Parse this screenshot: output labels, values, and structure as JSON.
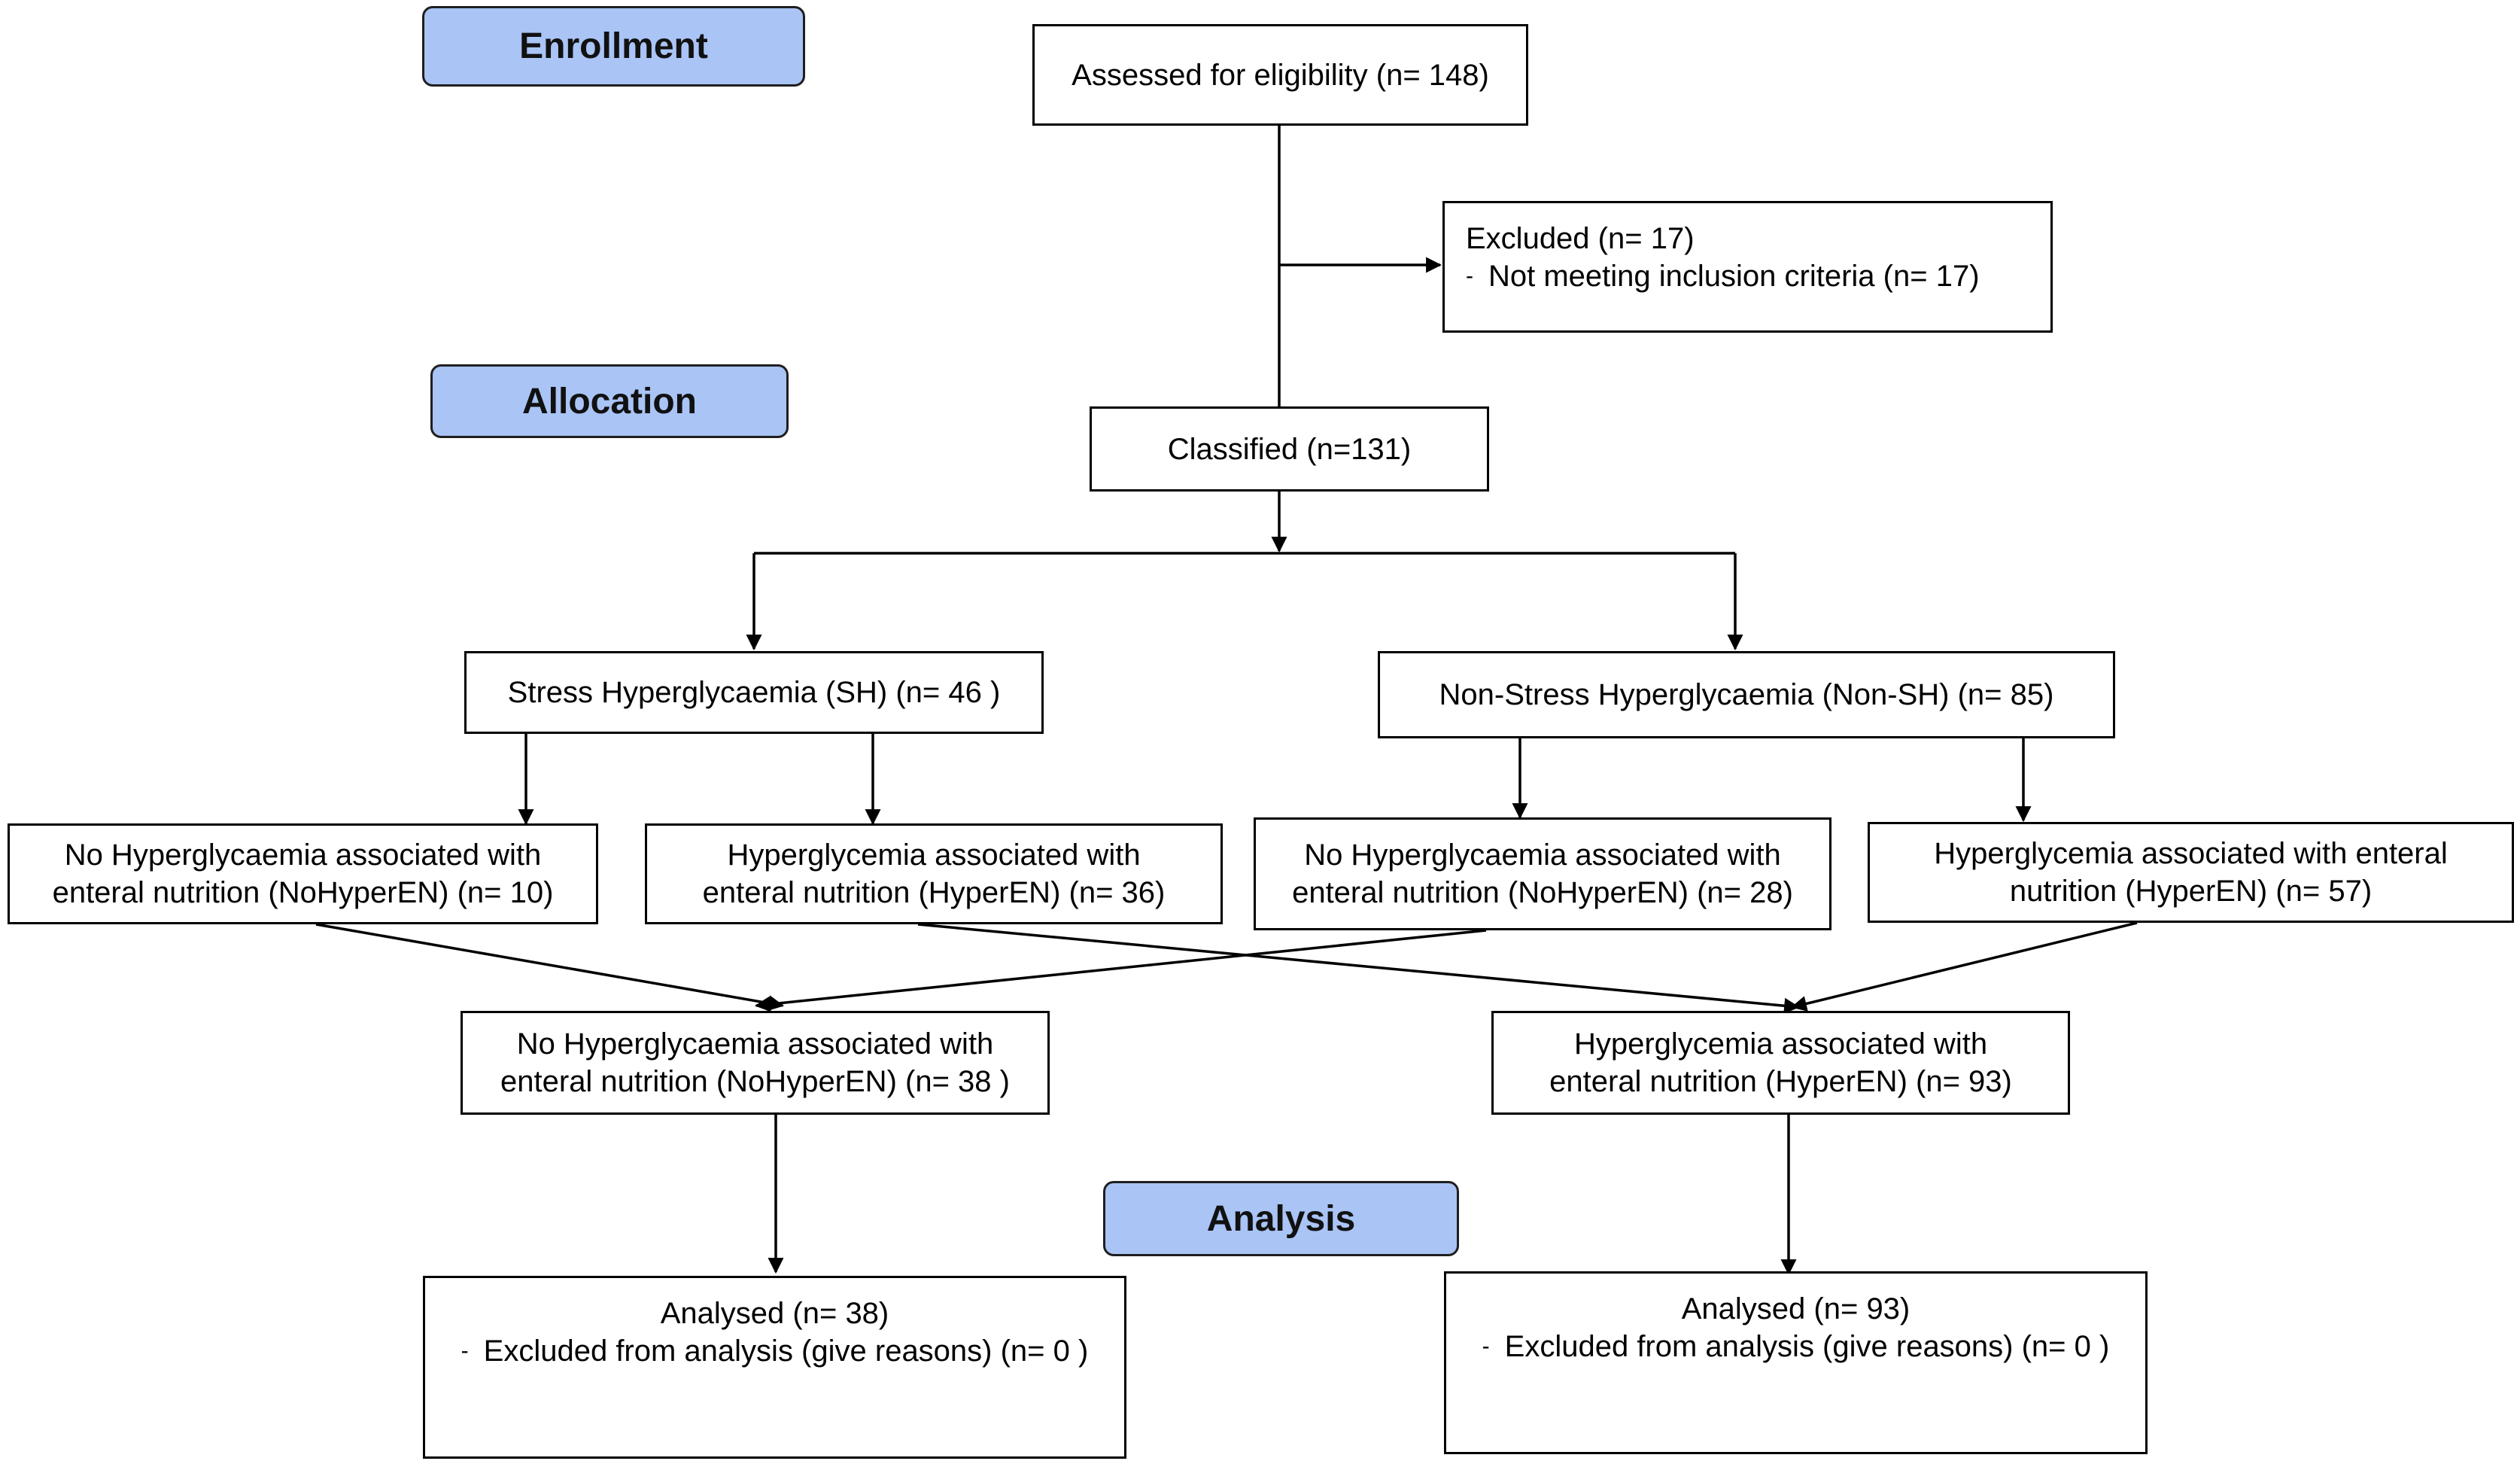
{
  "phases": {
    "enrollment": "Enrollment",
    "allocation": "Allocation",
    "analysis": "Analysis"
  },
  "nodes": {
    "assessed": "Assessed for eligibility (n= 148)",
    "excluded": {
      "title": "Excluded (n= 17)",
      "reason": "Not meeting inclusion criteria (n= 17)"
    },
    "classified": "Classified (n=131)",
    "sh": "Stress Hyperglycaemia (SH) (n= 46 )",
    "non_sh": "Non-Stress Hyperglycaemia (Non-SH) (n= 85)",
    "sh_nohyperen": [
      "No Hyperglycaemia associated with",
      "enteral nutrition (NoHyperEN) (n= 10)"
    ],
    "sh_hyperen": [
      "Hyperglycemia associated with",
      "enteral nutrition (HyperEN) (n= 36)"
    ],
    "nonsh_nohyperen": [
      "No Hyperglycaemia associated with",
      "enteral nutrition (NoHyperEN) (n= 28)"
    ],
    "nonsh_hyperen": [
      "Hyperglycemia associated with enteral",
      "nutrition (HyperEN) (n= 57)"
    ],
    "total_nohyperen": [
      "No Hyperglycaemia associated with",
      "enteral nutrition (NoHyperEN) (n= 38 )"
    ],
    "total_hyperen": [
      "Hyperglycemia associated with",
      "enteral nutrition (HyperEN) (n= 93)"
    ],
    "analysed_left": {
      "title": "Analysed (n= 38)",
      "excluded": "Excluded from analysis (give reasons) (n= 0 )"
    },
    "analysed_right": {
      "title": "Analysed (n= 93)",
      "excluded": "Excluded from analysis (give reasons) (n= 0 )"
    }
  },
  "bullet_char": "-"
}
